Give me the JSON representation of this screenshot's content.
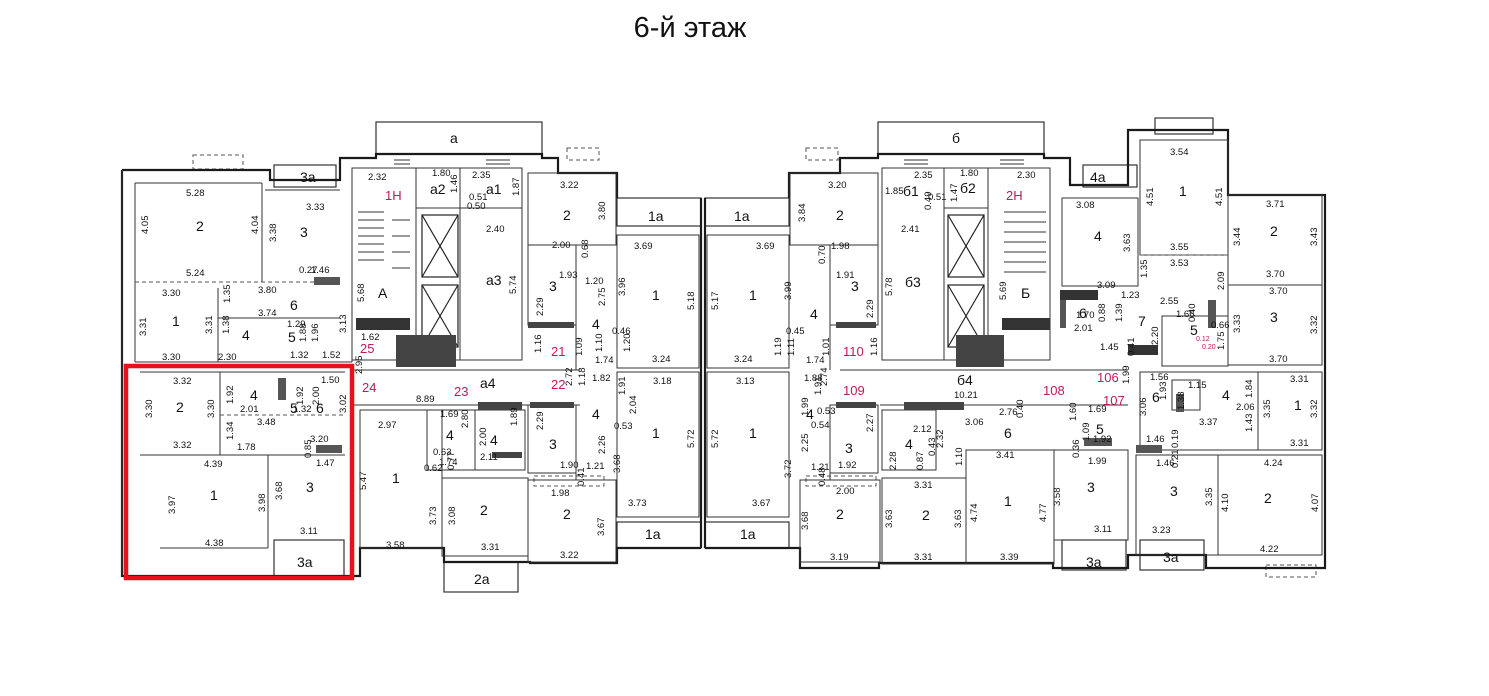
{
  "title": "6-й этаж",
  "colors": {
    "highlight": "#e8101a",
    "label_accent": "#c2185b",
    "wall": "#1a1a1a"
  },
  "rooms": {
    "L2": "2",
    "L3": "3",
    "L3a": "3a",
    "L1": "1",
    "L4": "4",
    "L5": "5",
    "L6": "6",
    "H2": "2",
    "H4": "4",
    "H5": "5",
    "H6": "6",
    "H1": "1",
    "H3": "3",
    "H3a": "3a",
    "A": "A",
    "1N": "1Н",
    "a": "a",
    "a1": "a1",
    "a2": "a2",
    "a3": "a3",
    "a4": "a4",
    "B1": "1",
    "B4": "4",
    "B2": "2",
    "B2a": "2a",
    "C2": "2",
    "C3a": "3",
    "C4a": "4",
    "C3b": "3",
    "C2b": "2",
    "D1a1": "1a",
    "D1a2": "1a",
    "D1a3": "1a",
    "D1a4": "1a",
    "D1": "1",
    "D1b": "1",
    "D1c": "1",
    "D1d": "1",
    "E2": "2",
    "E3": "3",
    "E4a": "4",
    "E4b": "4",
    "E3b": "3",
    "E2b": "2",
    "b": "б",
    "b1": "б1",
    "b2": "б2",
    "b3": "б3",
    "b4": "б4",
    "B": "Б",
    "2N": "2Н",
    "F4": "4",
    "F2": "2",
    "F6": "6",
    "F1": "1",
    "F3": "3",
    "G4a": "4a",
    "G4": "4",
    "G1": "1",
    "G2": "2",
    "G3": "3",
    "G5": "5",
    "G6": "6",
    "G7": "7",
    "G3a1": "3a",
    "G3a2": "3a",
    "R6": "6",
    "R4": "4",
    "R1": "1",
    "R5": "5",
    "R3": "3",
    "R2": "2",
    "R5b": "5"
  },
  "markers": [
    "25",
    "24",
    "23",
    "22",
    "21",
    "110",
    "109",
    "108",
    "106",
    "107"
  ],
  "dims": {
    "d1": "5.28",
    "d2": "4.05",
    "d3": "4.04",
    "d4": "5.24",
    "d5": "3.38",
    "d6": "3.33",
    "d7": "1.46",
    "d8": "0.27",
    "d9": "3.30",
    "d10": "3.31",
    "d11": "3.31",
    "d12": "3.30",
    "d13": "3.80",
    "d14": "3.74",
    "d15": "1.35",
    "d16": "1.38",
    "d17": "2.30",
    "d18": "1.29",
    "d19": "1.96",
    "d20": "1.88",
    "d21": "1.32",
    "d22": "1.52",
    "d23": "3.13",
    "d24": "5.68",
    "d25": "2.32",
    "d26": "1.62",
    "d27": "2.95",
    "d28": "3.32",
    "d29": "3.30",
    "d30": "3.30",
    "d31": "1.92",
    "d32": "3.32",
    "d33": "2.01",
    "d34": "3.48",
    "d35": "1.34",
    "d36": "1.50",
    "d37": "2.00",
    "d38": "1.92",
    "d39": "1.32",
    "d40": "3.02",
    "d41": "3.20",
    "d42": "1.47",
    "d43": "0.85",
    "d44": "1.78",
    "d45": "4.39",
    "d46": "3.97",
    "d47": "3.98",
    "d48": "3.68",
    "d49": "4.38",
    "d50": "3.11",
    "d51": "2.35",
    "d52": "1.80",
    "d53": "1.46",
    "d54": "0.51",
    "d55": "0.50",
    "d56": "1.87",
    "d57": "2.40",
    "d58": "5.74",
    "d59": "8.89",
    "d60": "2.97",
    "d61": "1.69",
    "d62": "1.74",
    "d63": "2.00",
    "d64": "2.11",
    "d65": "2.80",
    "d66": "1.89",
    "d67": "0.63",
    "d68": "0.62",
    "d69": "0.77",
    "d70": "5.47",
    "d71": "3.73",
    "d72": "3.08",
    "d73": "3.31",
    "d74": "3.58",
    "d75": "3.22",
    "d76": "3.80",
    "d77": "2.00",
    "d78": "0.68",
    "d79": "1.93",
    "d80": "1.20",
    "d81": "2.29",
    "d82": "2.75",
    "d83": "1.16",
    "d84": "1.09",
    "d85": "0.46",
    "d86": "1.10",
    "d87": "1.20",
    "d88": "1.74",
    "d89": "2.72",
    "d90": "1.18",
    "d91": "1.82",
    "d92": "1.91",
    "d93": "2.04",
    "d94": "0.53",
    "d95": "2.26",
    "d96": "2.29",
    "d97": "1.90",
    "d98": "1.21",
    "d99": "0.41",
    "d100": "1.98",
    "d101": "3.68",
    "d102": "3.67",
    "d103": "3.22",
    "d104": "3.69",
    "d105": "5.18",
    "d106": "3.96",
    "d107": "3.24",
    "d108": "3.18",
    "d109": "5.72",
    "d110": "3.73",
    "d111": "3.69",
    "d112": "5.17",
    "d113": "3.24",
    "d114": "3.13",
    "d115": "5.72",
    "d116": "3.67",
    "d117": "3.20",
    "d118": "3.84",
    "d119": "1.98",
    "d120": "3.99",
    "d121": "0.70",
    "d122": "1.91",
    "d123": "2.29",
    "d124": "0.45",
    "d125": "1.19",
    "d126": "1.11",
    "d127": "1.74",
    "d128": "2.74",
    "d129": "1.01",
    "d130": "1.16",
    "d131": "1.88",
    "d132": "1.91",
    "d133": "1.99",
    "d134": "0.53",
    "d135": "0.54",
    "d136": "2.25",
    "d137": "2.27",
    "d138": "1.92",
    "d139": "1.21",
    "d140": "0.48",
    "d141": "2.00",
    "d142": "3.72",
    "d143": "3.68",
    "d144": "3.19",
    "d145": "1.85",
    "d146": "2.35",
    "d147": "1.80",
    "d148": "0.51",
    "d149": "0.49",
    "d150": "1.47",
    "d151": "2.30",
    "d152": "2.41",
    "d153": "5.78",
    "d154": "5.69",
    "d155": "10.21",
    "d156": "2.12",
    "d157": "2.32",
    "d158": "2.28",
    "d159": "0.87",
    "d160": "0.43",
    "d161": "1.10",
    "d162": "3.31",
    "d163": "3.63",
    "d164": "3.63",
    "d165": "3.31",
    "d166": "3.06",
    "d167": "2.76",
    "d168": "0.40",
    "d169": "3.41",
    "d170": "4.74",
    "d171": "4.77",
    "d172": "3.39",
    "d173": "3.58",
    "d174": "1.60",
    "d175": "1.69",
    "d176": "1.09",
    "d177": "1.92",
    "d178": "0.36",
    "d179": "1.99",
    "d180": "3.11",
    "d181": "3.54",
    "d182": "4.51",
    "d183": "4.51",
    "d184": "3.55",
    "d185": "3.53",
    "d186": "3.08",
    "d187": "3.63",
    "d188": "3.71",
    "d189": "3.44",
    "d190": "3.43",
    "d191": "3.70",
    "d192": "2.09",
    "d193": "1.35",
    "d194": "3.09",
    "d195": "1.23",
    "d196": "2.55",
    "d197": "1.70",
    "d198": "0.88",
    "d199": "1.39",
    "d200": "2.01",
    "d201": "1.66",
    "d202": "0.40",
    "d203": "0.66",
    "d204": "2.20",
    "d205": "1.75",
    "d206": "0.12",
    "d207": "0.20",
    "d208": "3.33",
    "d209": "3.70",
    "d210": "3.32",
    "d211": "3.70",
    "d212": "1.45",
    "d213": "0.41",
    "d214": "1.99",
    "d215": "1.56",
    "d216": "1.15",
    "d217": "1.93",
    "d218": "1.38",
    "d219": "2.06",
    "d220": "1.84",
    "d221": "3.31",
    "d222": "3.37",
    "d223": "1.43",
    "d224": "3.35",
    "d225": "3.32",
    "d226": "3.31",
    "d227": "3.06",
    "d228": "1.46",
    "d229": "0.19",
    "d230": "1.46",
    "d231": "0.21",
    "d232": "4.24",
    "d233": "3.35",
    "d234": "4.10",
    "d235": "4.07",
    "d236": "3.23",
    "d237": "4.22"
  }
}
